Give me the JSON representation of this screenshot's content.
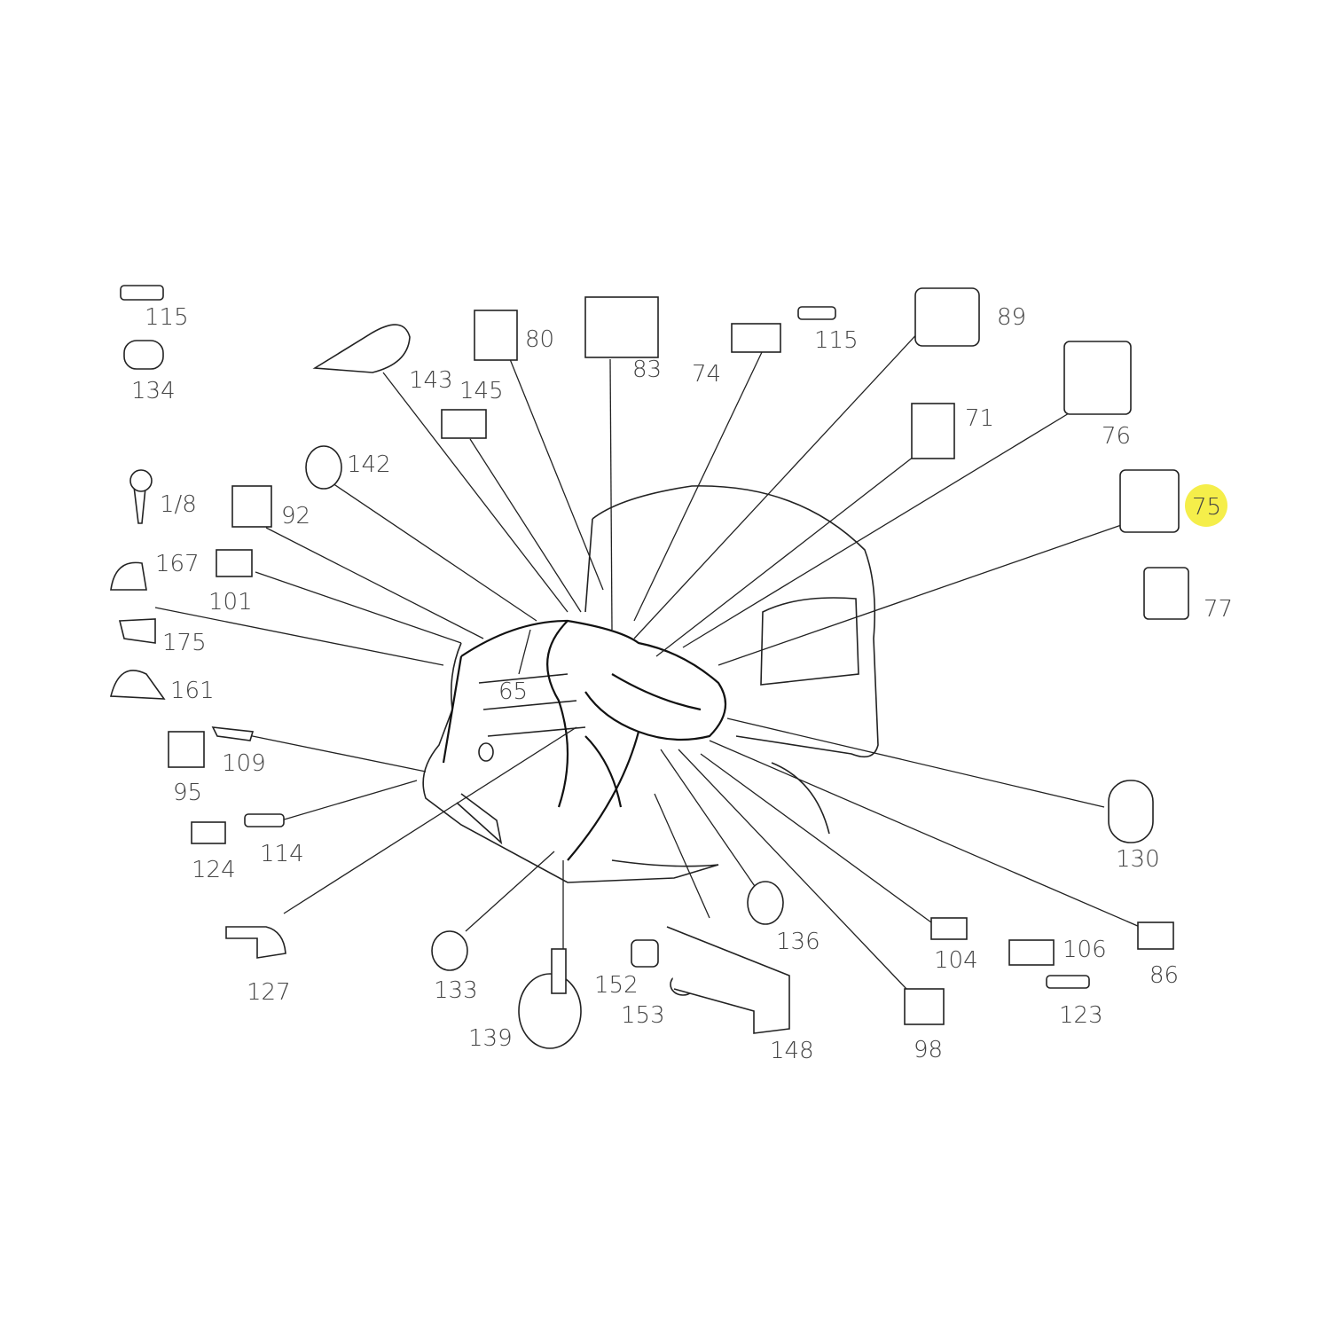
{
  "diagram": {
    "highlight_color": "#f5ee4a",
    "highlighted_label": "75",
    "labels": {
      "p115a": "115",
      "p134": "134",
      "p143": "143",
      "p145": "145",
      "p80": "80",
      "p83": "83",
      "p74": "74",
      "p115b": "115",
      "p89": "89",
      "p71": "71",
      "p76": "76",
      "p75": "75",
      "p77": "77",
      "p142": "142",
      "p178": "1/8",
      "p92": "92",
      "p167": "167",
      "p101": "101",
      "p175": "175",
      "p65": "65",
      "p161": "161",
      "p109": "109",
      "p95": "95",
      "p124": "124",
      "p114": "114",
      "p130": "130",
      "p136": "136",
      "p104": "104",
      "p106": "106",
      "p86": "86",
      "p123": "123",
      "p127": "127",
      "p133": "133",
      "p152": "152",
      "p153": "153",
      "p139": "139",
      "p148": "148",
      "p98": "98"
    }
  }
}
